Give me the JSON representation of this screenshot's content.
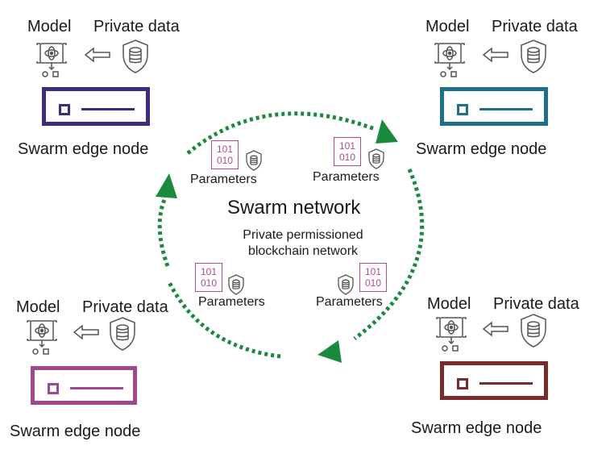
{
  "center": {
    "title": "Swarm network",
    "subtitle_line1": "Private permissioned",
    "subtitle_line2": "blockchain network"
  },
  "nodes": [
    {
      "model": "Model",
      "private_data": "Private data",
      "label": "Swarm edge node",
      "color": "#3f2a7d"
    },
    {
      "model": "Model",
      "private_data": "Private data",
      "label": "Swarm edge node",
      "color": "#1f6f8b"
    },
    {
      "model": "Model",
      "private_data": "Private data",
      "label": "Swarm edge node",
      "color": "#a0488f"
    },
    {
      "model": "Model",
      "private_data": "Private data",
      "label": "Swarm edge node",
      "color": "#7a2a2a"
    }
  ],
  "parameters": [
    {
      "label": "Parameters",
      "bits_top": "101",
      "bits_bottom": "010"
    },
    {
      "label": "Parameters",
      "bits_top": "101",
      "bits_bottom": "010"
    },
    {
      "label": "Parameters",
      "bits_top": "101",
      "bits_bottom": "010"
    },
    {
      "label": "Parameters",
      "bits_top": "101",
      "bits_bottom": "010"
    }
  ],
  "colors": {
    "cycle_arrow": "#1a8a3e",
    "binary": "#b3498f",
    "icon_gray": "#555555"
  },
  "icons": [
    "model-icon",
    "arrow-left-icon",
    "database-shield-icon",
    "shield-icon"
  ]
}
